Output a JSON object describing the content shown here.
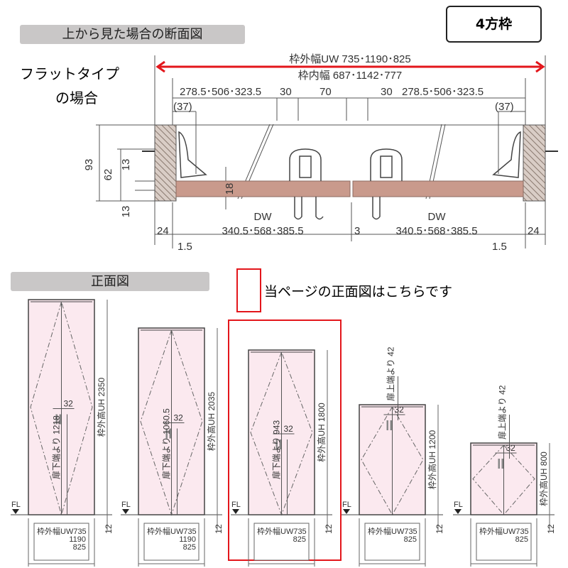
{
  "section": {
    "title": "上から見た場合の断面図",
    "badge": "4方枠",
    "type_line1": "フラットタイプ",
    "type_line2": "の場合",
    "outer_width": "枠外幅UW 735･1190･825",
    "inner_width": "枠内幅 687･1142･777",
    "left_span": "278.5･506･323.5",
    "right_span": "278.5･506･323.5",
    "dim_30a": "30",
    "dim_70": "70",
    "dim_30b": "30",
    "dim_37l": "(37)",
    "dim_37r": "(37)",
    "dim_93": "93",
    "dim_62": "62",
    "dim_13a": "13",
    "dim_13b": "13",
    "dim_18": "18",
    "dw_left": "DW",
    "dw_right": "DW",
    "dw_left_vals": "340.5･568･385.5",
    "dw_right_vals": "340.5･568･385.5",
    "dim_24l": "24",
    "dim_24r": "24",
    "dim_3": "3",
    "dim_15l": "1.5",
    "dim_15r": "1.5",
    "accent": "#e3161b"
  },
  "front": {
    "title": "正面図",
    "note": "当ページの正面図はこちらです",
    "doors": [
      {
        "uh": "枠外高UH 2350",
        "handle": "扉下端より 1218",
        "gap": "32",
        "fl": "FL",
        "bottom": "12",
        "uw": [
          "枠外幅UW735",
          "1190",
          "825"
        ]
      },
      {
        "uh": "枠外高UH 2035",
        "handle": "扉下端より 1060.5",
        "gap": "32",
        "fl": "FL",
        "bottom": "12",
        "uw": [
          "枠外幅UW735",
          "1190",
          "825"
        ]
      },
      {
        "uh": "枠外高UH 1800",
        "handle": "扉下端より 943",
        "gap": "32",
        "fl": "FL",
        "bottom": "12",
        "uw": [
          "枠外幅UW735",
          "825"
        ]
      },
      {
        "uh": "枠外高UH 1200",
        "handle": "扉上端より 42",
        "gap": "32",
        "fl": "FL",
        "bottom": "12",
        "uw": [
          "枠外幅UW735",
          "825"
        ]
      },
      {
        "uh": "枠外高UH 800",
        "handle": "扉上端より 42",
        "gap": "32",
        "fl": "FL",
        "bottom": "12",
        "uw": [
          "枠外幅UW735",
          "825"
        ]
      }
    ]
  }
}
